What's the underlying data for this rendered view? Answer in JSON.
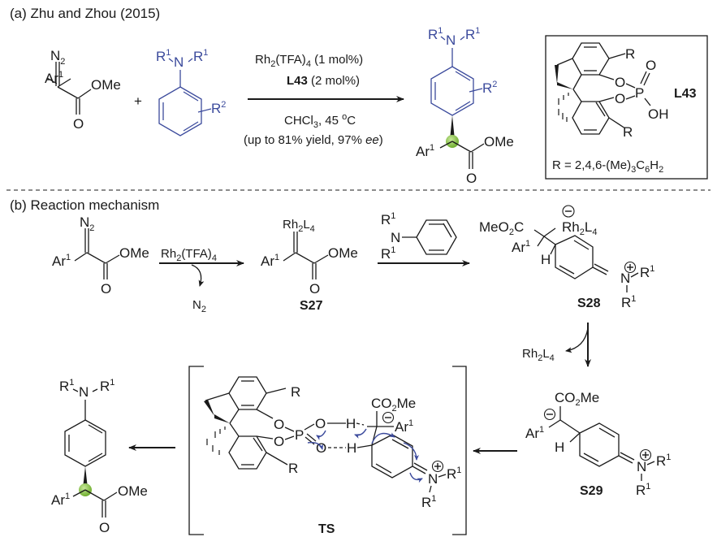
{
  "part_a": {
    "title": "(a) Zhu and Zhou (2015)",
    "reactant1": {
      "n2": "N",
      "n2_sub": "2",
      "ar": "Ar",
      "ar_sup": "1",
      "ome": "OMe",
      "o": "O"
    },
    "plus": "+",
    "reactant2": {
      "r1a": "R",
      "r1a_sup": "1",
      "n": "N",
      "r1b": "R",
      "r1b_sup": "1",
      "r2": "R",
      "r2_sup": "2"
    },
    "conditions": {
      "line1_pre": "Rh",
      "line1_sub": "2",
      "line1_mid": "(TFA)",
      "line1_sub2": "4",
      "line1_post": " (1 mol%)",
      "line2_bold": "L43",
      "line2_post": " (2 mol%)",
      "line3_pre": "CHCl",
      "line3_sub": "3",
      "line3_post": ", 45 ",
      "line3_deg": "o",
      "line3_c": "C",
      "line4_pre": "(up to 81% yield, 97% ",
      "line4_ital": "ee",
      "line4_post": ")"
    },
    "product": {
      "r1a": "R",
      "r1a_sup": "1",
      "n": "N",
      "r1b": "R",
      "r1b_sup": "1",
      "r2": "R",
      "r2_sup": "2",
      "ar": "Ar",
      "ar_sup": "1",
      "ome": "OMe",
      "o": "O"
    },
    "ligand_box": {
      "label": "L43",
      "r_top": "R",
      "r_bottom": "R",
      "o1": "O",
      "o2": "O",
      "p": "P",
      "o_dbl": "O",
      "oh": "OH",
      "r_def_pre": "R = 2,4,6-(Me)",
      "r_def_sub1": "3",
      "r_def_mid": "C",
      "r_def_sub2": "6",
      "r_def_h": "H",
      "r_def_sub3": "2"
    }
  },
  "part_b": {
    "title": "(b) Reaction mechanism",
    "start": {
      "n2": "N",
      "n2_sub": "2",
      "ar": "Ar",
      "ar_sup": "1",
      "ome": "OMe",
      "o": "O"
    },
    "step1": {
      "reagent_pre": "Rh",
      "reagent_sub": "2",
      "reagent_mid": "(TFA)",
      "reagent_sub2": "4",
      "byproduct": "N",
      "byproduct_sub": "2"
    },
    "s27": {
      "label": "S27",
      "rh": "Rh",
      "rh_sub": "2",
      "l": "L",
      "l_sub": "4",
      "ar": "Ar",
      "ar_sup": "1",
      "ome": "OMe",
      "o": "O"
    },
    "step2": {
      "r1a": "R",
      "r1a_sup": "1",
      "n": "N",
      "r1b": "R",
      "r1b_sup": "1"
    },
    "s28": {
      "label": "S28",
      "meo2c_pre": "MeO",
      "meo2c_sub": "2",
      "meo2c_post": "C",
      "rh": "Rh",
      "rh_sub": "2",
      "l": "L",
      "l_sub": "4",
      "ar": "Ar",
      "ar_sup": "1",
      "h": "H",
      "n": "N",
      "r1a": "R",
      "r1a_sup": "1",
      "r1b": "R",
      "r1b_sup": "1",
      "minus": "−",
      "plus": "+"
    },
    "step3": {
      "byproduct_rh": "Rh",
      "byproduct_sub": "2",
      "byproduct_l": "L",
      "byproduct_sub2": "4"
    },
    "s29": {
      "label": "S29",
      "co2me_pre": "CO",
      "co2me_sub": "2",
      "co2me_post": "Me",
      "ar": "Ar",
      "ar_sup": "1",
      "h": "H",
      "n": "N",
      "r1a": "R",
      "r1a_sup": "1",
      "r1b": "R",
      "r1b_sup": "1",
      "minus": "−",
      "plus": "+"
    },
    "ts": {
      "label": "TS",
      "r_top": "R",
      "r_bottom": "R",
      "o1": "O",
      "o2": "O",
      "p": "P",
      "o3": "O",
      "o4": "O",
      "h1": "H",
      "h2": "H",
      "co2me_pre": "CO",
      "co2me_sub": "2",
      "co2me_post": "Me",
      "ar": "Ar",
      "ar_sup": "1",
      "n": "N",
      "r1a": "R",
      "r1a_sup": "1",
      "r1b": "R",
      "r1b_sup": "1",
      "minus": "−",
      "plus": "+"
    },
    "final_product": {
      "r1a": "R",
      "r1a_sup": "1",
      "n": "N",
      "r1b": "R",
      "r1b_sup": "1",
      "ar": "Ar",
      "ar_sup": "1",
      "ome": "OMe",
      "o": "O"
    }
  },
  "colors": {
    "ink": "#1a1a1a",
    "aniline_blue": "#3b4a9c",
    "stereocenter_green": "#8cc63f",
    "curly_arrow_blue": "#3b4a9c"
  }
}
